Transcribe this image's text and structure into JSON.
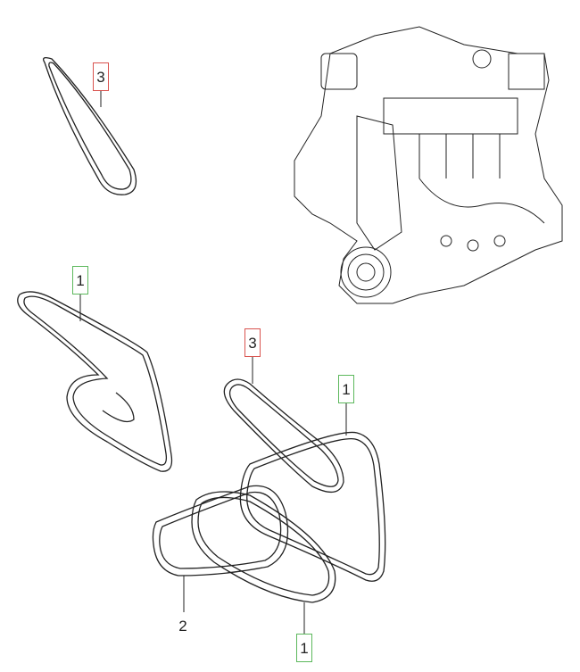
{
  "diagram": {
    "callouts": [
      {
        "label": "3",
        "part": "belt",
        "color": "#d9534f"
      },
      {
        "label": "1",
        "part": "belt",
        "color": "#5cb85c"
      },
      {
        "label": "3",
        "part": "belt",
        "color": "#d9534f"
      },
      {
        "label": "1",
        "part": "belt",
        "color": "#5cb85c"
      },
      {
        "label": "2",
        "part": "belt",
        "color": "#ffffff"
      },
      {
        "label": "1",
        "part": "belt",
        "color": "#5cb85c"
      }
    ]
  }
}
